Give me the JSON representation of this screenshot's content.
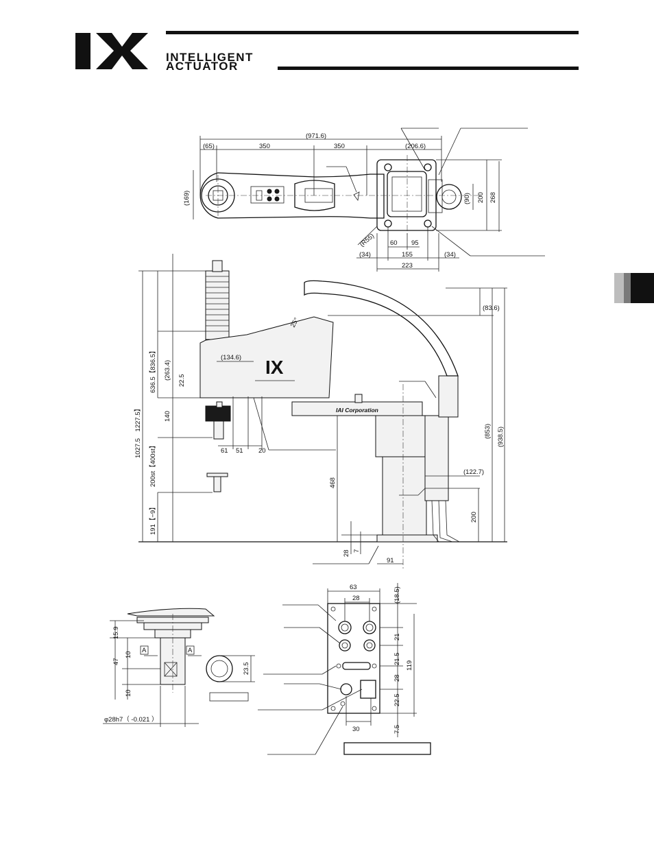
{
  "header": {
    "logo_mark": "IX",
    "brand_line1": "INTELLIGENT",
    "brand_line2": "ACTUATOR"
  },
  "top_view": {
    "overall": "(971.6)",
    "seg_65": "(65)",
    "seg_350a": "350",
    "seg_350b": "350",
    "seg_2066": "(206.6)",
    "height_169": "(169)",
    "r55": "(R55)",
    "d60": "60",
    "d95": "95",
    "d34a": "(34)",
    "d155": "155",
    "d34b": "(34)",
    "d223": "223",
    "d90": "(90)",
    "d200": "200",
    "d268": "268"
  },
  "side_view": {
    "total": "1027.5　1227.5】",
    "upper": "636.5【836.5】",
    "d2634": "(263.4)",
    "d225": "22.5",
    "d140": "140",
    "stroke": "200st【400st】",
    "bottom": "191【−9】",
    "angle": "25°",
    "d1346": "(134.6)",
    "d61": "61",
    "d51": "51",
    "d20": "20",
    "d468": "468",
    "d28": "28",
    "d7": "7",
    "d91": "91",
    "d1227": "(122.7)",
    "d200": "200",
    "d836": "(83.6)",
    "d853": "(853)",
    "d9385": "(938.5)",
    "arm_label": "IAI Corporation"
  },
  "shaft_view": {
    "d159": "15.9",
    "d47": "47",
    "d10a": "10",
    "d10b": "10",
    "tag_a1": "A",
    "tag_a2": "A",
    "phi": "φ28h7（ -0.021 ）",
    "d235": "23.5"
  },
  "panel_view": {
    "d63": "63",
    "d28": "28",
    "d185": "(18.5)",
    "d21": "21",
    "d215": "21.5",
    "d28b": "28",
    "d225": "22.5",
    "d75": "7.5",
    "d119": "119",
    "d30": "30"
  }
}
